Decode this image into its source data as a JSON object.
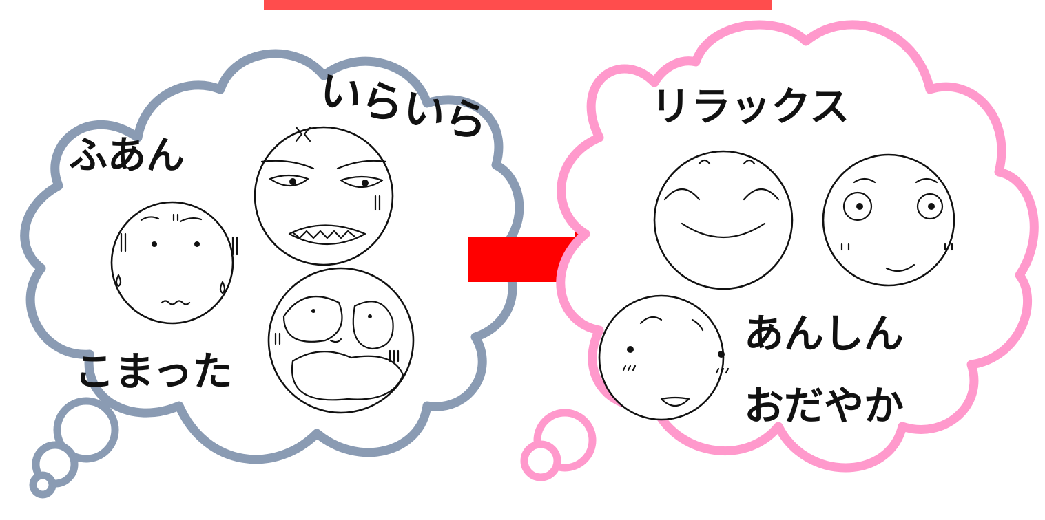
{
  "colors": {
    "left_cloud": "#8a9bb3",
    "right_cloud": "#ff99cc",
    "arrow": "#ff0000",
    "top_banner": "#ff4d4d"
  },
  "left_cloud": {
    "words": {
      "anxious": "ふあん",
      "irritated": "いらいら",
      "troubled": "こまった"
    }
  },
  "right_cloud": {
    "words": {
      "relax": "リラックス",
      "relief": "あんしん",
      "calm": "おだやか"
    }
  }
}
